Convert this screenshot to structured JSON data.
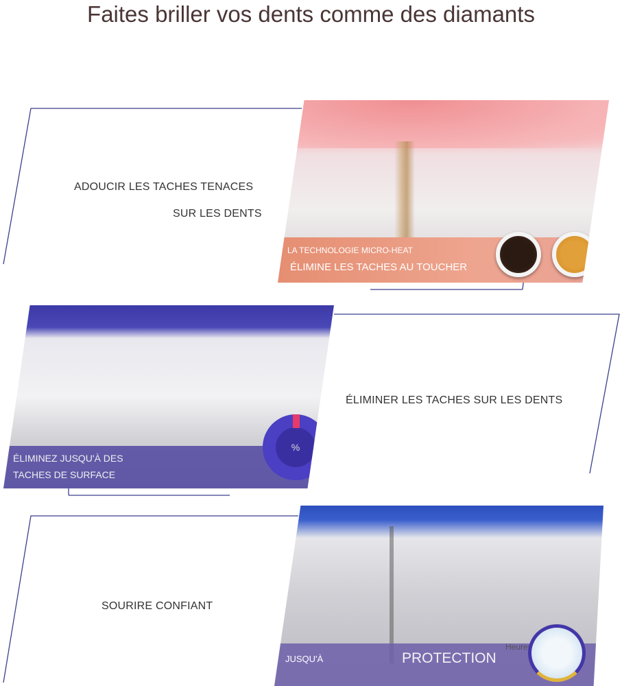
{
  "title": "Faites briller vos dents comme des diamants",
  "sections": [
    {
      "caption_lines": [
        "ADOUCIR LES TACHES TENACES",
        "SUR LES DENTS"
      ],
      "image": {
        "label_small": "LA TECHNOLOGIE MICRO-HEAT",
        "label_main": "ÉLIMINE LES TACHES AU TOUCHER",
        "icons": [
          "coffee-cup-icon",
          "tea-cup-icon"
        ]
      }
    },
    {
      "caption_lines": [
        "ÉLIMINER LES TACHES SUR LES DENTS"
      ],
      "image": {
        "label_lines": [
          "ÉLIMINEZ JUSQU'À DES",
          "TACHES DE SURFACE"
        ],
        "percent_sign": "%"
      }
    },
    {
      "caption_lines": [
        "SOURIRE CONFIANT"
      ],
      "image": {
        "label_left": "JUSQU'À",
        "label_main": "PROTECTION",
        "label_unit": "Heures"
      }
    }
  ],
  "colors": {
    "title": "#4a3535",
    "outline": "#3b3f8c",
    "pink_band": "#e58e72",
    "purple_band": "#5046a0"
  }
}
